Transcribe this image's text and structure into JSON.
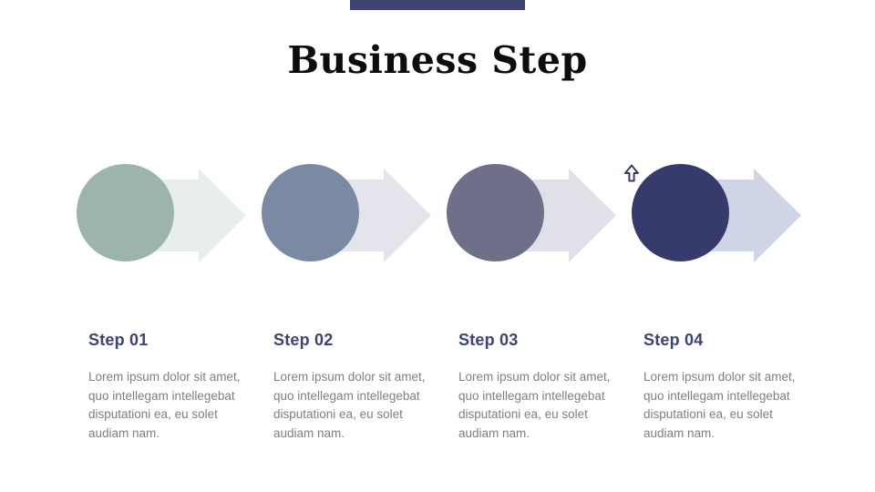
{
  "slide": {
    "title": "Business Step",
    "accent_bar_color": "#3E4374"
  },
  "text_colors": {
    "title": "#0D0D0D",
    "label": "#3C4377",
    "body": "#7F7F7F"
  },
  "steps": [
    {
      "label": "Step 01",
      "description": "Lorem ipsum dolor sit amet, quo intellegam intellegebat disputationi ea, eu solet audiam nam.",
      "icon": "helm-icon",
      "circle_color": "#9CB4AC",
      "arrow_color": "#E7EEEB"
    },
    {
      "label": "Step 02",
      "description": "Lorem ipsum dolor sit amet, quo intellegam intellegebat disputationi ea, eu solet audiam nam.",
      "icon": "history-clock-icon",
      "circle_color": "#7B8AA3",
      "arrow_color": "#E4E5EC"
    },
    {
      "label": "Step 03",
      "description": "Lorem ipsum dolor sit amet, quo intellegam intellegebat disputationi ea, eu solet audiam nam.",
      "icon": "monitor-icon",
      "circle_color": "#6D7088",
      "arrow_color": "#E0E1E8"
    },
    {
      "label": "Step 04",
      "description": "Lorem ipsum dolor sit amet, quo intellegam intellegebat disputationi ea, eu solet audiam nam.",
      "icon": "cloud-upload-icon",
      "circle_color": "#363B6B",
      "arrow_color": "#D0D4E7"
    }
  ]
}
